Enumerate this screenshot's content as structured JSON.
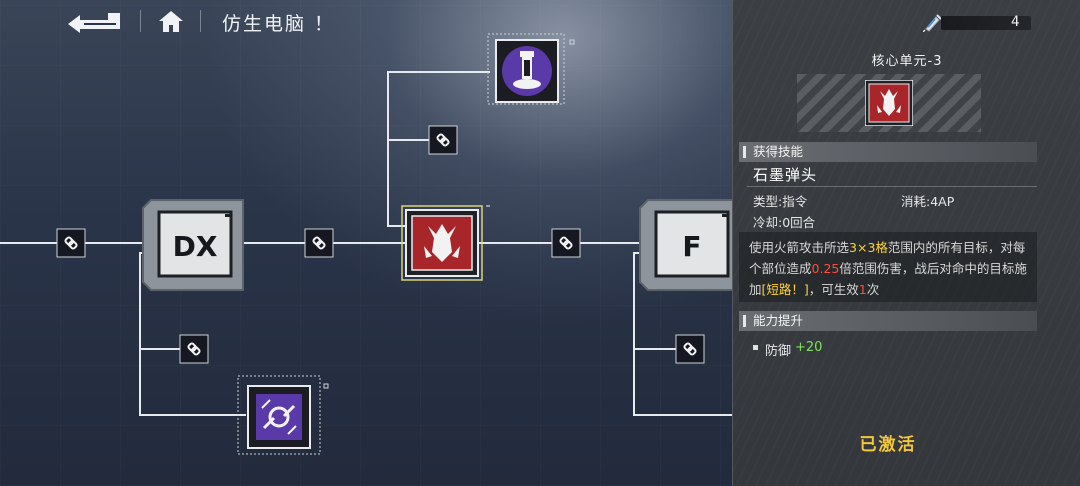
{
  "header": {
    "title": "仿生电脑 ！"
  },
  "tree": {
    "node_dx_label": "DX",
    "node_f_label": "F"
  },
  "panel": {
    "resource_count": "4",
    "unit_name": "核心单元-3",
    "section_skill": "获得技能",
    "skill_name": "石墨弹头",
    "type_text": "类型:指令",
    "cost_text": "消耗:4AP",
    "cooldown_text": "冷却:0回合",
    "desc": {
      "p1": "使用火箭攻击所选",
      "h1": "3×3格",
      "p2": "范围内的所有目标，对每个部位造成",
      "h2": "0.25",
      "p3": "倍范围伤害，战后对命中的目标施加",
      "h3": "[短路！]",
      "p4": "，可生效",
      "h4": "1",
      "p5": "次"
    },
    "section_bonus": "能力提升",
    "bonus_label": "防御",
    "bonus_value": "+20",
    "status": "已激活"
  },
  "colors": {
    "accent_yellow": "#f3c63b",
    "highlight_yellow": "#ffd23a",
    "highlight_red": "#ff4c3b",
    "bonus_green": "#7ee05a",
    "node_red": "#b3262a",
    "node_purple": "#5a3aa8"
  }
}
